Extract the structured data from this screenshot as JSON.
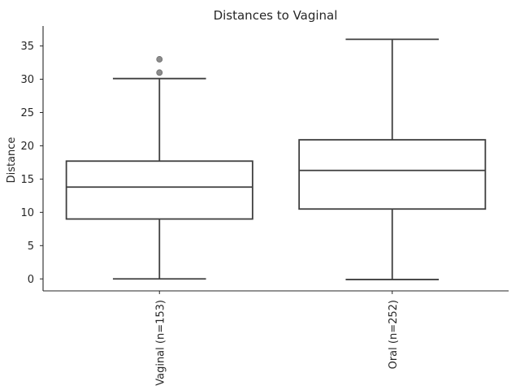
{
  "chart_data": {
    "type": "box",
    "title": "Distances to Vaginal",
    "xlabel": "",
    "ylabel": "Distance",
    "ylim": [
      -1.8,
      38
    ],
    "yticks": [
      0,
      5,
      10,
      15,
      20,
      25,
      30,
      35
    ],
    "grid": false,
    "categories": [
      "Vaginal (n=153)",
      "Oral (n=252)"
    ],
    "boxes": [
      {
        "label": "Vaginal (n=153)",
        "whisker_low": 0,
        "q1": 9,
        "median": 13.8,
        "q3": 17.7,
        "whisker_high": 30.1,
        "outliers": [
          31,
          33
        ]
      },
      {
        "label": "Oral (n=252)",
        "whisker_low": -0.1,
        "q1": 10.5,
        "median": 16.3,
        "q3": 20.9,
        "whisker_high": 36,
        "outliers": []
      }
    ],
    "colors": {
      "line": "#3f3f3f",
      "box_fill": "#ffffff",
      "outlier": "#8c8c8c",
      "axis": "#262626"
    }
  }
}
